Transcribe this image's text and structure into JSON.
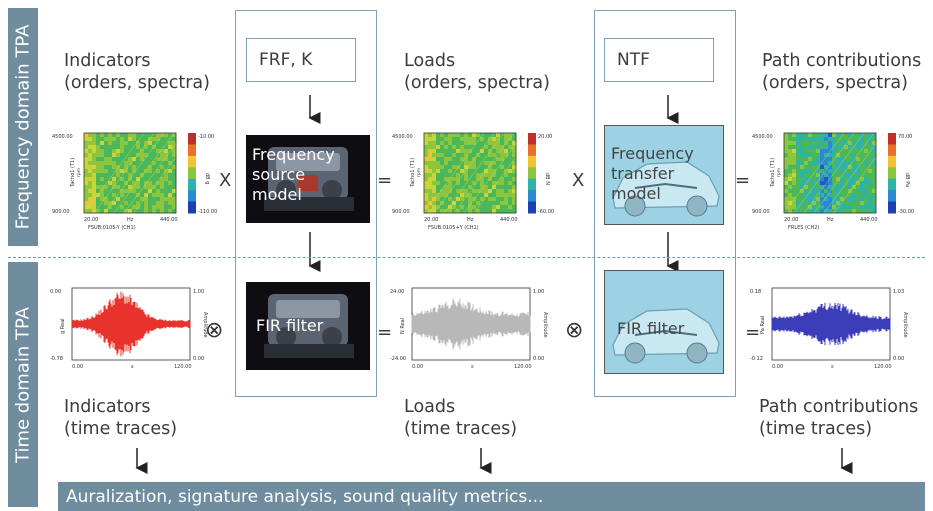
{
  "sidebar": {
    "frequency": "Frequency domain TPA",
    "time": "Time domain TPA"
  },
  "freq": {
    "indicators": [
      "Indicators",
      "(orders, spectra)"
    ],
    "loads": [
      "Loads",
      "(orders, spectra)"
    ],
    "paths": [
      "Path contributions",
      "(orders, spectra)"
    ],
    "frf_box": "FRF, K",
    "ntf_box": "NTF",
    "source_model": [
      "Frequency",
      "source",
      "model"
    ],
    "transfer_model": [
      "Frequency",
      "transfer",
      "model"
    ],
    "op_x": "X",
    "op_eq": "="
  },
  "time": {
    "indicators": [
      "Indicators",
      "(time traces)"
    ],
    "loads": [
      "Loads",
      "(time traces)"
    ],
    "paths": [
      "Path contributions",
      "(time traces)"
    ],
    "fir": "FIR filter",
    "op_conv": "⊗",
    "op_eq": "="
  },
  "footer": "Auralization, signature analysis, sound quality metrics...",
  "charts": {
    "spec1": {
      "ytop": "4500.00",
      "ymid": "Tacho1 (T1)",
      "yunit": "rpm",
      "ybot": "900.00",
      "xl": "20.00",
      "xu": "Hz",
      "xr": "440.00",
      "cap": "FSUB:0105-Y (CH1)",
      "ct": "-10.00",
      "cb": "-110.00",
      "cu": "dB g"
    },
    "spec2": {
      "ytop": "4500.00",
      "ymid": "Tacho1 (T1)",
      "yunit": "rpm",
      "ybot": "900.00",
      "xl": "20.00",
      "xu": "Hz",
      "xr": "440.00",
      "cap": "FSUB:0105+Y (CH1)",
      "ct": "20.00",
      "cb": "-60.00",
      "cu": "dB N"
    },
    "spec3": {
      "ytop": "4500.00",
      "ymid": "Tacho1 (T1)",
      "yunit": "rpm",
      "ybot": "900.00",
      "xl": "20.00",
      "xu": "Hz",
      "xr": "440.00",
      "cap": "FRLES (CH2)",
      "ct": "70.00",
      "cb": "-30.00",
      "cu": "dB Pa"
    },
    "tr1": {
      "ytop": "0.00",
      "ybot": "-0.78",
      "yl": "g Real",
      "rtop": "1.00",
      "rbot": "0.00",
      "rl": "Amplitude",
      "xl": "0.00",
      "xu": "s",
      "xr": "120.00",
      "color": "#e8322c"
    },
    "tr2": {
      "ytop": "24.00",
      "ybot": "-24.00",
      "yl": "N Real",
      "rtop": "1.00",
      "rbot": "0.00",
      "rl": "Amplitude",
      "xl": "0.00",
      "xu": "s",
      "xr": "120.00",
      "color": "#b8b8b8"
    },
    "tr3": {
      "ytop": "0.18",
      "ybot": "-0.12",
      "yl": "Pa Real",
      "rtop": "1.03",
      "rbot": "0.00",
      "rl": "Amplitude",
      "xl": "0.00",
      "xu": "s",
      "xr": "120.00",
      "color": "#3c3db8"
    }
  }
}
